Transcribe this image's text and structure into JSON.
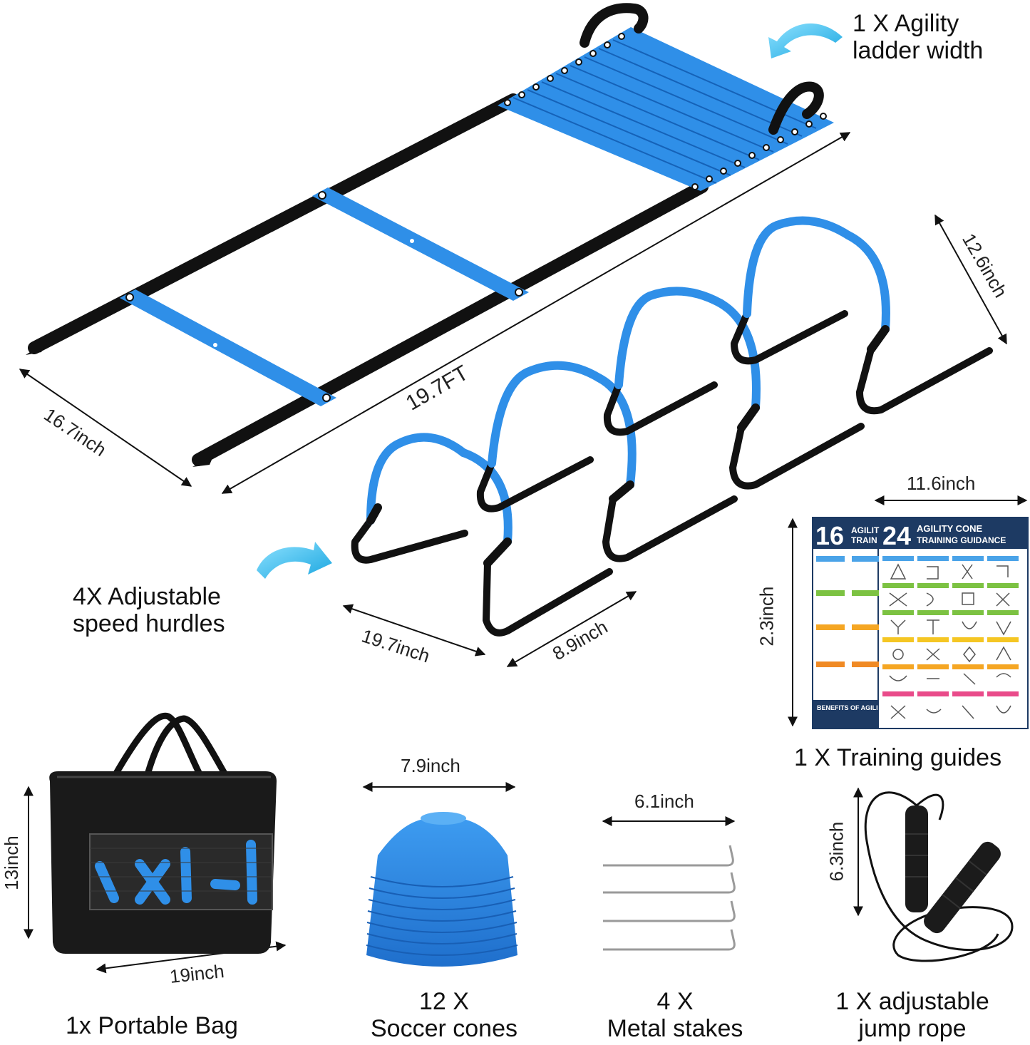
{
  "items": {
    "ladder": {
      "caption_line1": "1 X Agility",
      "caption_line2": "ladder width",
      "length_dim": "19.7FT",
      "width_dim": "16.7inch"
    },
    "hurdles": {
      "caption_line1": "4X Adjustable",
      "caption_line2": "speed hurdles",
      "width_dim": "19.7inch",
      "depth_dim": "8.9inch",
      "height_dim": "12.6inch"
    },
    "guides": {
      "caption": "1 X Training guides",
      "width_dim": "11.6inch",
      "height_dim": "2.3inch",
      "poster_left_number": "16",
      "poster_left_title": "AGILIT",
      "poster_left_sub": "TRAIN",
      "poster_right_number": "24",
      "poster_right_title": "AGILITY CONE",
      "poster_right_sub": "TRAINING GUIDANCE",
      "poster_left_footer": "BENEFITS OF AGILI"
    },
    "bag": {
      "caption": "1x Portable Bag",
      "height_dim": "13inch",
      "width_dim": "19inch"
    },
    "cones": {
      "caption_line1": "12 X",
      "caption_line2": "Soccer cones",
      "width_dim": "7.9inch"
    },
    "stakes": {
      "caption_line1": "4 X",
      "caption_line2": "Metal stakes",
      "width_dim": "6.1inch"
    },
    "rope": {
      "caption_line1": "1 X adjustable",
      "caption_line2": "jump rope",
      "height_dim": "6.3inch"
    }
  },
  "colors": {
    "product_blue": "#2f8fe8",
    "strap_black": "#111111",
    "arrow_cyan": "#33b7e8",
    "poster_navy": "#1d3a63"
  },
  "icons": [
    "curved-arrow-icon",
    "curved-arrow-icon"
  ]
}
